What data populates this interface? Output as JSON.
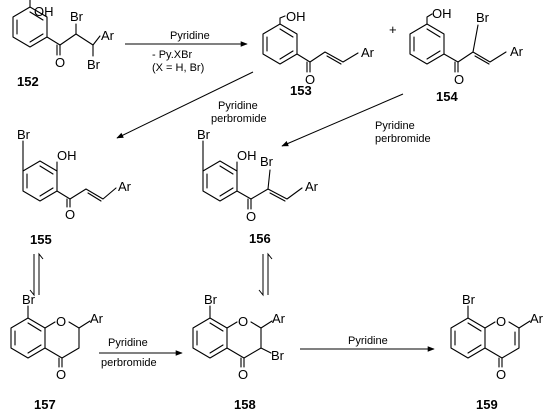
{
  "atoms": {
    "oh": "OH",
    "br": "Br",
    "ar": "Ar",
    "o": "O",
    "plus": "+"
  },
  "compounds": {
    "c152": "152",
    "c153": "153",
    "c154": "154",
    "c155": "155",
    "c156": "156",
    "c157": "157",
    "c158": "158",
    "c159": "159"
  },
  "reagents": {
    "r1_above": "Pyridine",
    "r1_below_1": "- Py.XBr",
    "r1_below_2": "(X = H, Br)",
    "r2_line1": "Pyridine",
    "r2_line2": "perbromide",
    "r3_line1": "Pyridine",
    "r3_line2": "perbromide",
    "r4_line1": "Pyridine",
    "r4_line2": "perbromide",
    "r5": "Pyridine"
  }
}
